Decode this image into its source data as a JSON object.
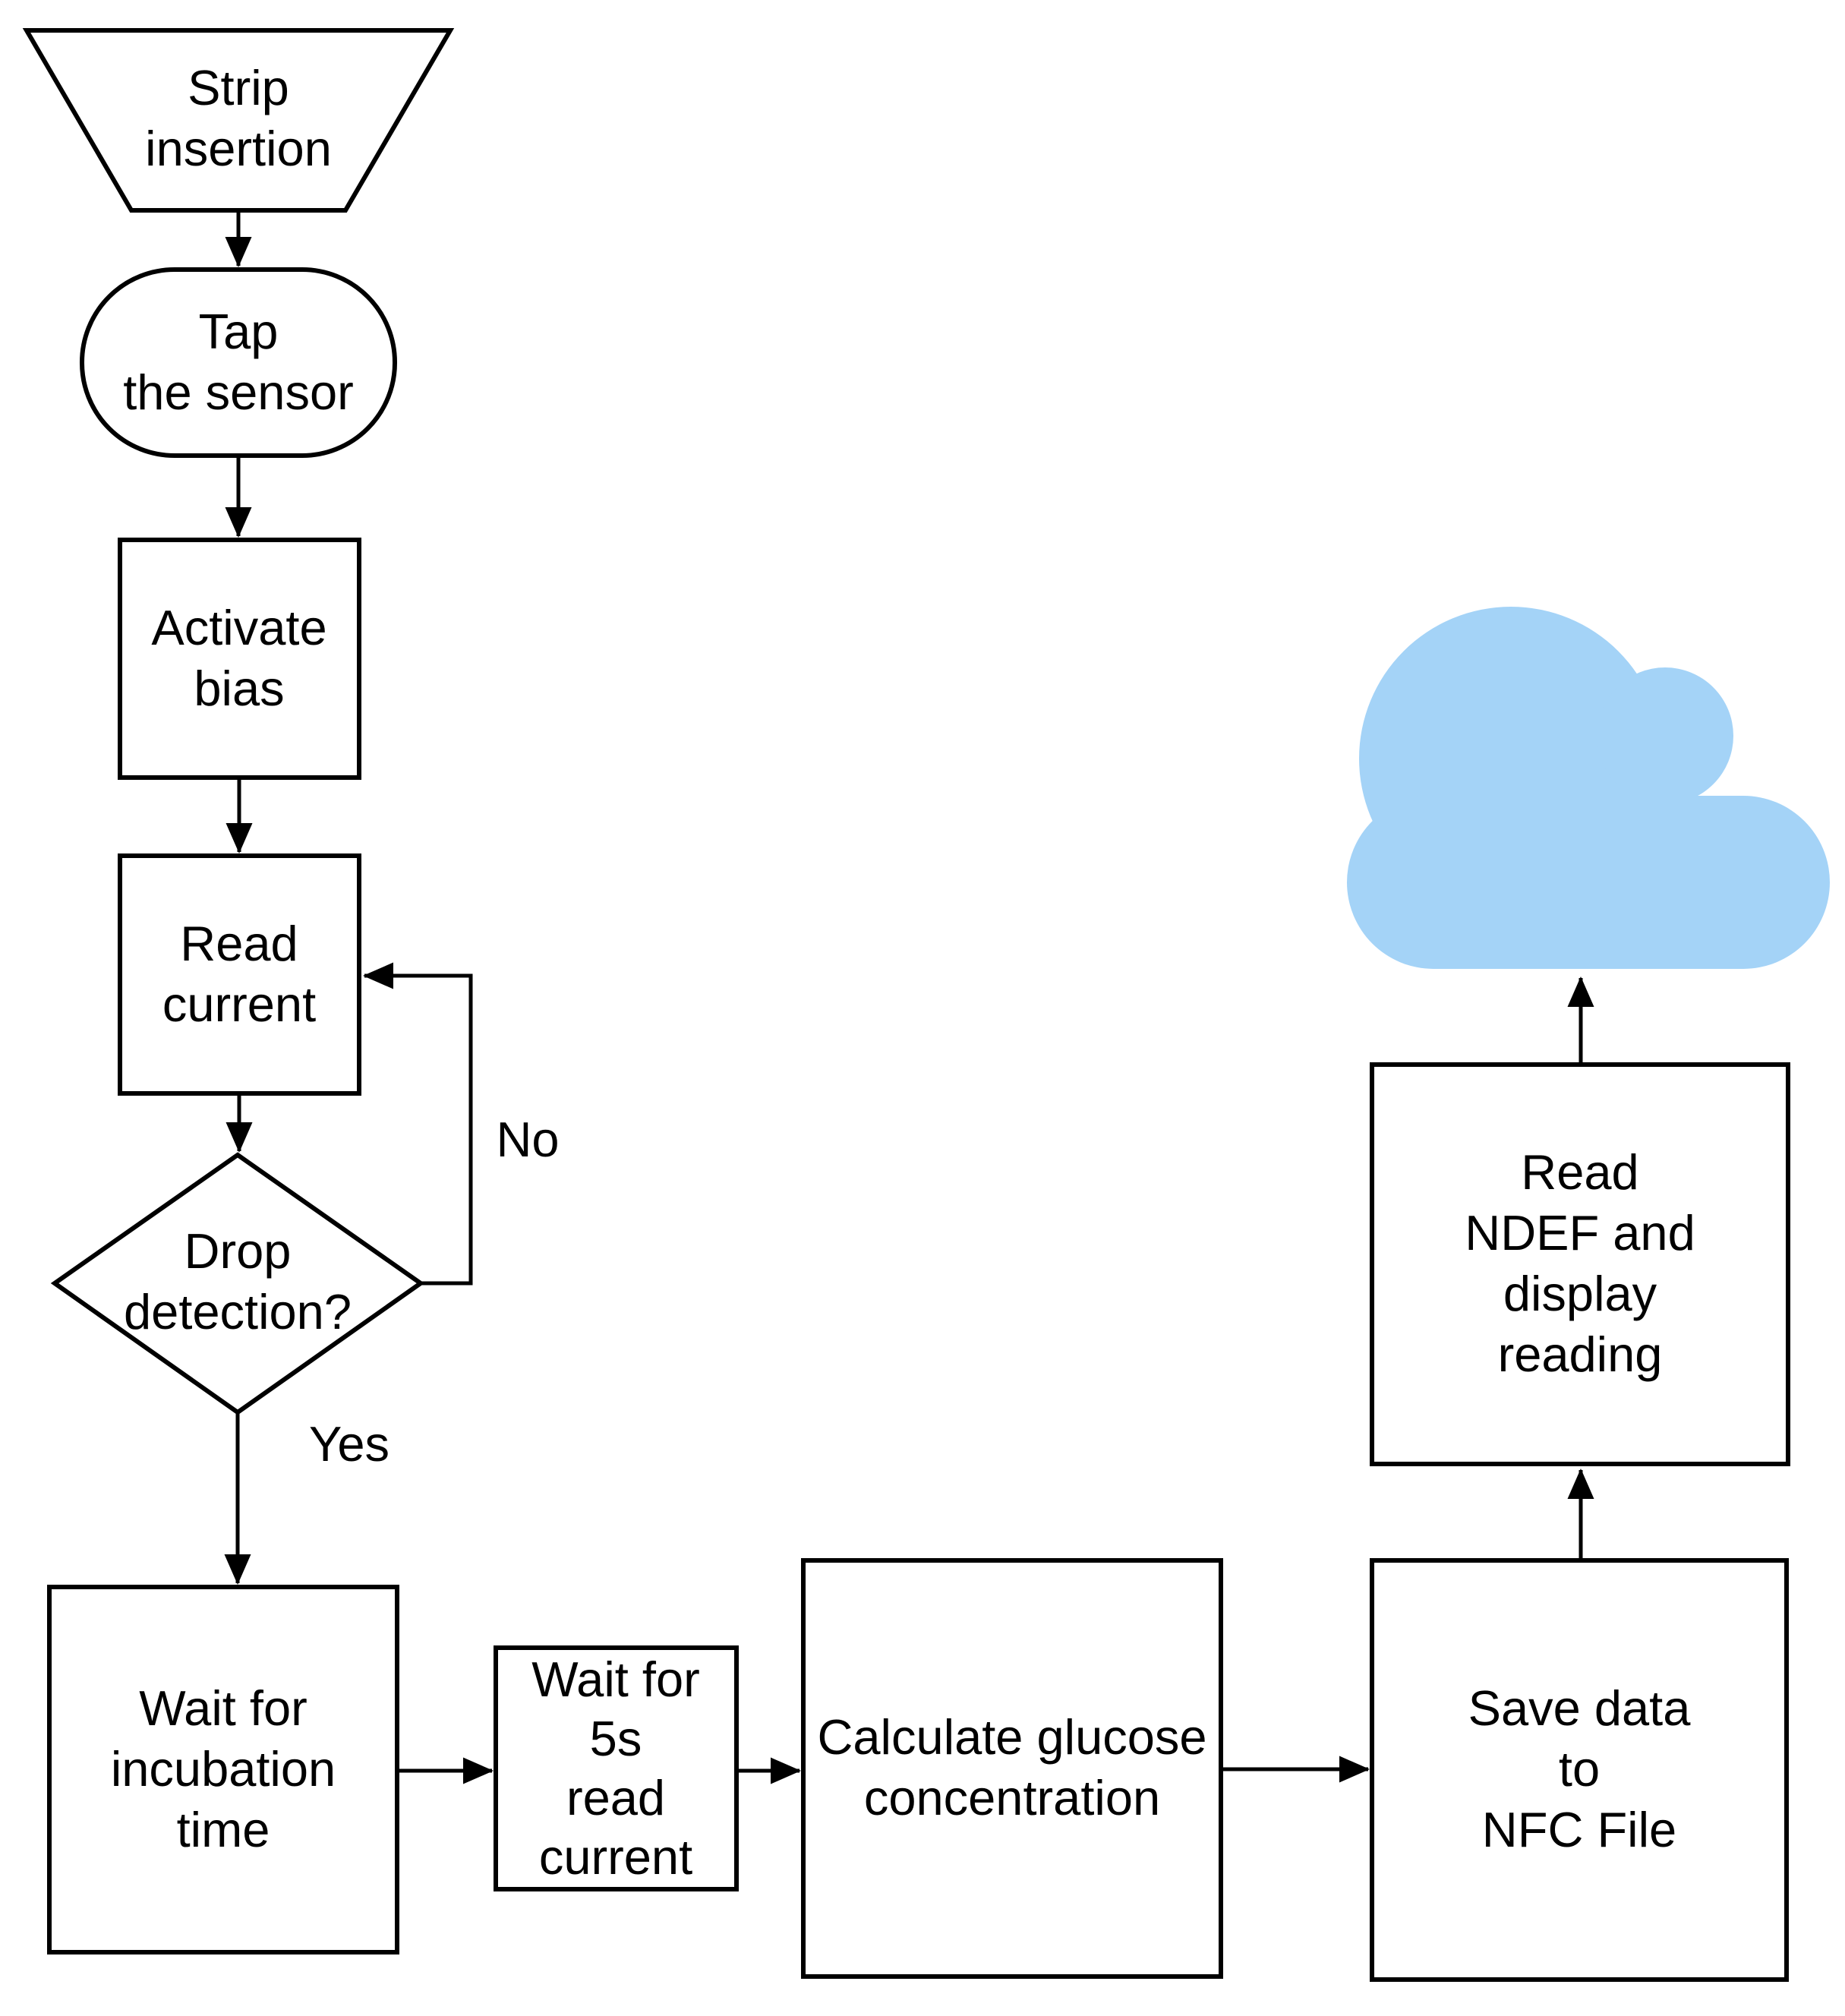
{
  "fc": {
    "nodes": {
      "strip": {
        "label": "Strip\ninsertion",
        "shape": "trapezoid"
      },
      "tap": {
        "label": "Tap\nthe sensor",
        "shape": "stadium"
      },
      "activate": {
        "label": "Activate\nbias",
        "shape": "rect"
      },
      "read_current": {
        "label": "Read\ncurrent",
        "shape": "rect"
      },
      "drop": {
        "label": "Drop\ndetection?",
        "shape": "diamond"
      },
      "wait_incubation": {
        "label": "Wait for\nincubation\ntime",
        "shape": "rect"
      },
      "wait_5s": {
        "label": "Wait for\n5s\nread\ncurrent",
        "shape": "rect"
      },
      "calc": {
        "label": "Calculate glucose\nconcentration",
        "shape": "rect"
      },
      "save": {
        "label": "Save data to\nNFC File",
        "shape": "rect"
      },
      "ndef": {
        "label": "Read NDEF and\ndisplay reading",
        "shape": "rect"
      },
      "cloud": {
        "shape": "cloud"
      }
    },
    "edge_labels": {
      "no": "No",
      "yes": "Yes"
    },
    "edges": [
      {
        "from": "strip",
        "to": "tap"
      },
      {
        "from": "tap",
        "to": "activate"
      },
      {
        "from": "activate",
        "to": "read_current"
      },
      {
        "from": "read_current",
        "to": "drop"
      },
      {
        "from": "drop",
        "to": "read_current",
        "label": "No"
      },
      {
        "from": "drop",
        "to": "wait_incubation",
        "label": "Yes"
      },
      {
        "from": "wait_incubation",
        "to": "wait_5s"
      },
      {
        "from": "wait_5s",
        "to": "calc"
      },
      {
        "from": "calc",
        "to": "save"
      },
      {
        "from": "save",
        "to": "ndef"
      },
      {
        "from": "ndef",
        "to": "cloud"
      }
    ],
    "colors": {
      "line": "#000000",
      "text": "#000000",
      "node_fill": "#FFFFFF",
      "cloud_fill": "#A4D3F7",
      "background": "#FFFFFF"
    }
  }
}
